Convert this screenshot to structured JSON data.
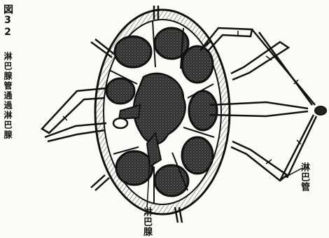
{
  "figure": {
    "number": "図32",
    "caption": "淋巴腺管通過淋巴腺"
  },
  "labels": {
    "lymph_node": "淋巴腺",
    "vessel": "淋巴管"
  },
  "colors": {
    "ink": "#111111",
    "paper": "#fbfbf8",
    "hatch": "#333333"
  }
}
